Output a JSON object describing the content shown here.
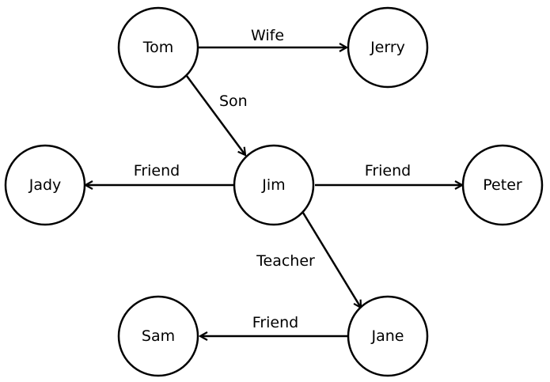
{
  "nodes": {
    "tom": {
      "label": "Tom"
    },
    "jerry": {
      "label": "Jerry"
    },
    "jim": {
      "label": "Jim"
    },
    "jady": {
      "label": "Jady"
    },
    "peter": {
      "label": "Peter"
    },
    "jane": {
      "label": "Jane"
    },
    "sam": {
      "label": "Sam"
    }
  },
  "edges": {
    "tom_jerry": {
      "from": "Tom",
      "to": "Jerry",
      "label": "Wife"
    },
    "tom_jim": {
      "from": "Tom",
      "to": "Jim",
      "label": "Son"
    },
    "jim_jady": {
      "from": "Jim",
      "to": "Jady",
      "label": "Friend"
    },
    "jim_peter": {
      "from": "Jim",
      "to": "Peter",
      "label": "Friend"
    },
    "jim_jane": {
      "from": "Jim",
      "to": "Jane",
      "label": "Teacher"
    },
    "jane_sam": {
      "from": "Jane",
      "to": "Sam",
      "label": "Friend"
    }
  },
  "colors": {
    "stroke": "#000000",
    "background": "#ffffff"
  }
}
